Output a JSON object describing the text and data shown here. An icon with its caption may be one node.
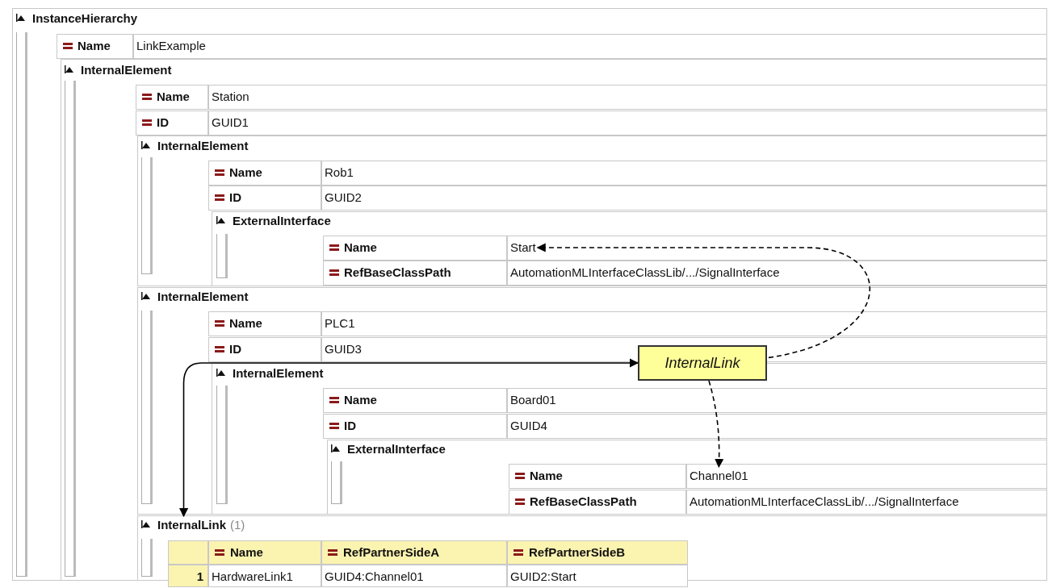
{
  "diagram": {
    "nodes": [
      {
        "text": [
          "Start"
        ]
      },
      {
        "text": [
          "InternalLink"
        ]
      },
      {
        "text": [
          "Channel01"
        ]
      },
      {
        "text": [
          "InternalLink",
          "(1)"
        ]
      }
    ],
    "edges": [
      {
        "from": 1,
        "to": 0,
        "arrow": "to",
        "style": "dashed"
      },
      {
        "from": 1,
        "to": 2,
        "arrow": "to",
        "style": "dashed"
      },
      {
        "from": 1,
        "to": 3,
        "arrow": "both"
      }
    ],
    "labels": [
      "InstanceHierarchy",
      "Name",
      "LinkExample",
      "InternalElement",
      "Name",
      "Station",
      "ID",
      "GUID1",
      "InternalElement",
      "Name",
      "Rob1",
      "ID",
      "GUID2",
      "ExternalInterface",
      "Name",
      "RefBaseClassPath",
      "AutomationMLInterfaceClassLib/.../SignalInterface",
      "InternalElement",
      "Name",
      "PLC1",
      "ID",
      "GUID3",
      "InternalElement",
      "Name",
      "Board01",
      "ID",
      "GUID4",
      "ExternalInterface",
      "Name",
      "RefBaseClassPath",
      "AutomationMLInterfaceClassLib/.../SignalInterface",
      "Name",
      "RefPartnerSideA",
      "RefPartnerSideB",
      "1",
      "HardwareLink1",
      "GUID4:Channel01",
      "GUID2:Start"
    ]
  }
}
